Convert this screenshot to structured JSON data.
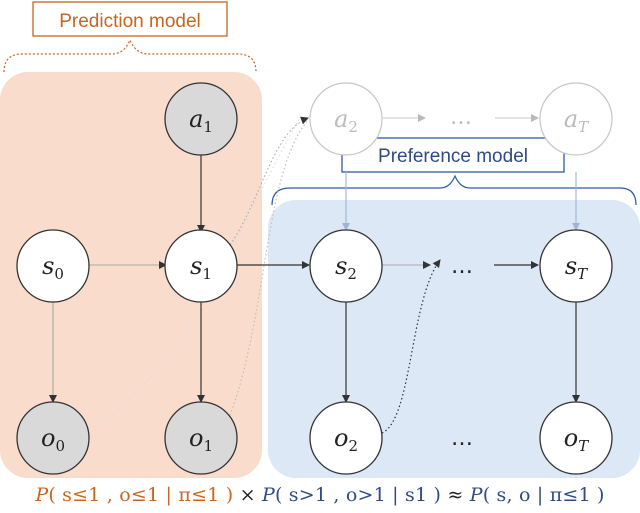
{
  "labels": {
    "prediction_model": "Prediction model",
    "preference_model": "Preference model"
  },
  "nodes": {
    "a1": {
      "base": "a",
      "sub": "1"
    },
    "a2": {
      "base": "a",
      "sub": "2"
    },
    "aT": {
      "base": "a",
      "sub": "T"
    },
    "s0": {
      "base": "s",
      "sub": "0"
    },
    "s1": {
      "base": "s",
      "sub": "1"
    },
    "s2": {
      "base": "s",
      "sub": "2"
    },
    "sT": {
      "base": "s",
      "sub": "T"
    },
    "o0": {
      "base": "o",
      "sub": "0"
    },
    "o1": {
      "base": "o",
      "sub": "1"
    },
    "o2": {
      "base": "o",
      "sub": "2"
    },
    "oT": {
      "base": "o",
      "sub": "T"
    }
  },
  "ellipsis": "…",
  "formula": {
    "part1_P": "P",
    "part1_args": "( s≤1 , o≤1  | π≤1 )",
    "times": " × ",
    "part2_P": "P",
    "part2_args": "( s>1 , o>1  | s1 )",
    "approx": " ≈ ",
    "part3_P": "P",
    "part3_args": "( s, o  | π≤1 )"
  },
  "colors": {
    "prediction_region": "#f9dccb",
    "preference_region": "#dce8f5",
    "orange_accent": "#c9651e",
    "blue_accent": "#2f5aa8",
    "shaded_node": "#d9d9d9",
    "faded_node": "#bfbfbf"
  }
}
